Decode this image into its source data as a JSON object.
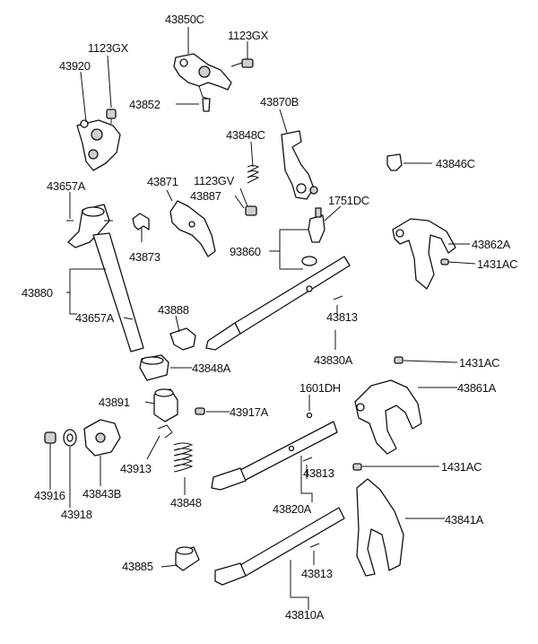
{
  "labels": {
    "p43850C": "43850C",
    "p1123GX_top": "1123GX",
    "p1123GX_left": "1123GX",
    "p43920": "43920",
    "p43852": "43852",
    "p43870B": "43870B",
    "p43848C": "43848C",
    "p43846C": "43846C",
    "p43657A_top": "43657A",
    "p43871": "43871",
    "p1123GV": "1123GV",
    "p43887": "43887",
    "p1751DC": "1751DC",
    "p93860": "93860",
    "p43862A": "43862A",
    "p1431AC_a": "1431AC",
    "p43873": "43873",
    "p43880": "43880",
    "p43657A_mid": "43657A",
    "p43888": "43888",
    "p43813_a": "43813",
    "p43830A": "43830A",
    "p43848A": "43848A",
    "p1431AC_b": "1431AC",
    "p1601DH": "1601DH",
    "p43861A": "43861A",
    "p43891": "43891",
    "p43917A": "43917A",
    "p43913": "43913",
    "p43916": "43916",
    "p43843B": "43843B",
    "p43918": "43918",
    "p43848": "43848",
    "p43813_b": "43813",
    "p1431AC_c": "1431AC",
    "p43820A": "43820A",
    "p43841A": "43841A",
    "p43885": "43885",
    "p43813_c": "43813",
    "p43810A": "43810A"
  }
}
